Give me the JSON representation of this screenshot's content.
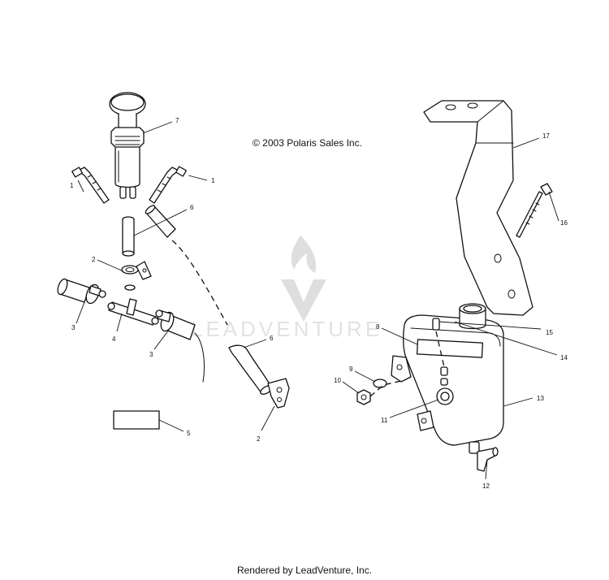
{
  "copyright": "© 2003 Polaris Sales Inc.",
  "footer": "Rendered by LeadVenture, Inc.",
  "watermark": "LEADVENTURE",
  "callouts": [
    "1",
    "1",
    "2",
    "2",
    "3",
    "3",
    "4",
    "5",
    "6",
    "6",
    "7",
    "8",
    "9",
    "10",
    "11",
    "12",
    "13",
    "14",
    "15",
    "16",
    "17"
  ]
}
